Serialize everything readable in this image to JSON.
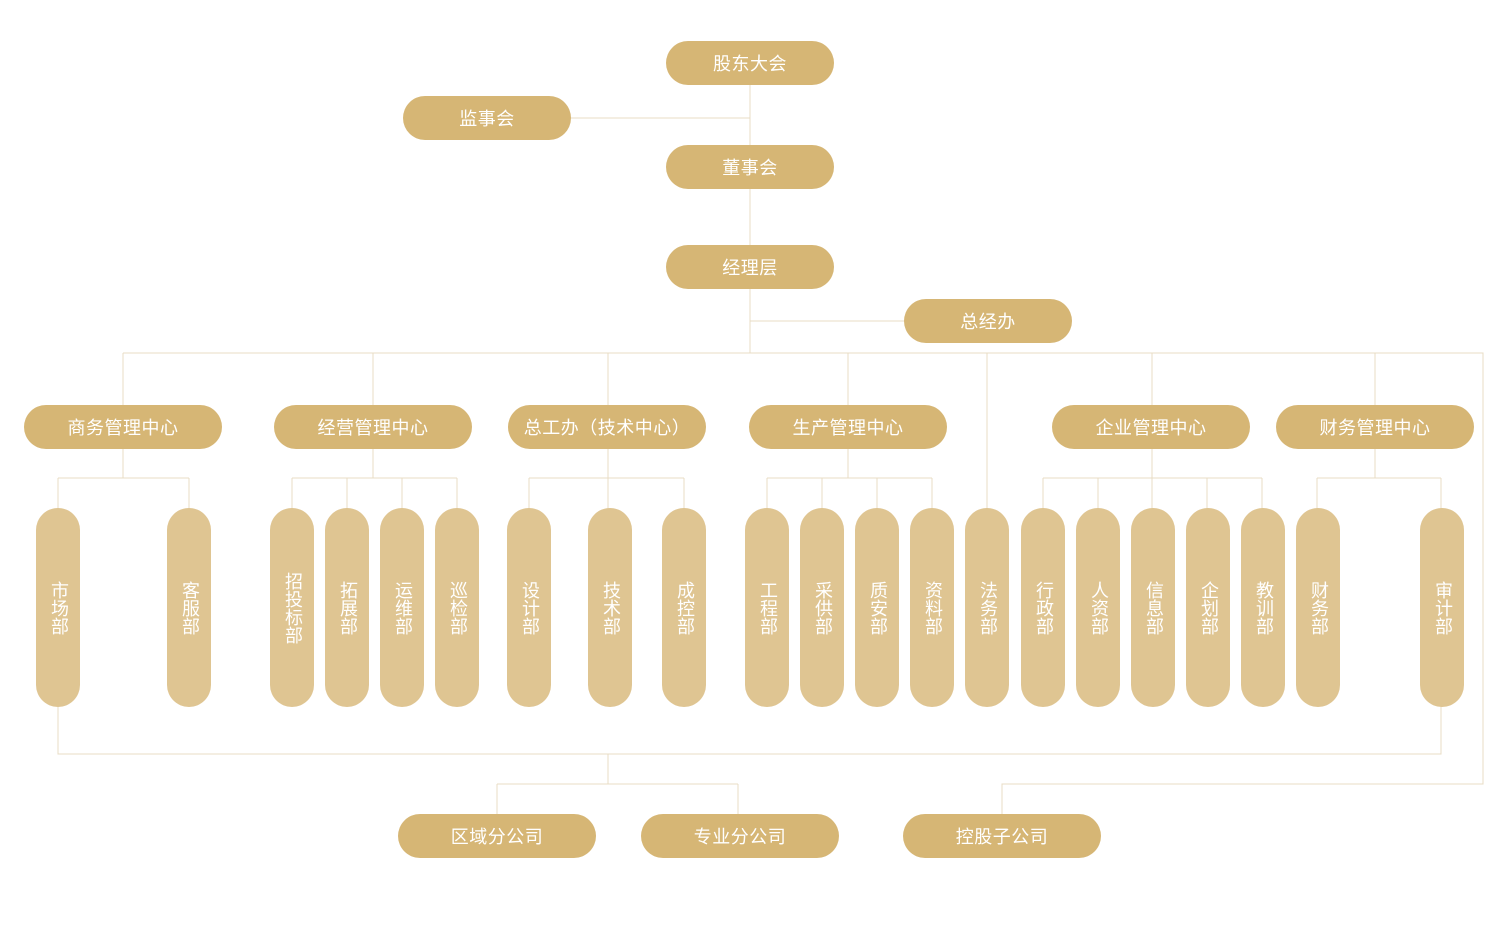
{
  "colors": {
    "node": "#d6b675",
    "dept": "#dfc592",
    "line": "#e8dcc4",
    "text": "#ffffff"
  },
  "top": {
    "shareholders": "股东大会",
    "supervisors": "监事会",
    "board": "董事会",
    "management": "经理层",
    "gm_office": "总经办"
  },
  "centers": {
    "business": "商务管理中心",
    "operations": "经营管理中心",
    "chief_engineer": "总工办（技术中心）",
    "production": "生产管理中心",
    "enterprise": "企业管理中心",
    "finance": "财务管理中心"
  },
  "departments": {
    "market": "市场部",
    "customer_service": "客服部",
    "bidding": "招投标部",
    "expansion": "拓展部",
    "operation_maintenance": "运维部",
    "inspection": "巡检部",
    "design": "设计部",
    "technology": "技术部",
    "cost_control": "成控部",
    "engineering": "工程部",
    "procurement": "采供部",
    "quality_safety": "质安部",
    "documents": "资料部",
    "legal": "法务部",
    "administration": "行政部",
    "hr": "人资部",
    "information": "信息部",
    "planning": "企划部",
    "training": "教训部",
    "finance": "财务部",
    "audit": "审计部"
  },
  "subsidiaries": {
    "regional": "区域分公司",
    "specialized": "专业分公司",
    "holding": "控股子公司"
  }
}
